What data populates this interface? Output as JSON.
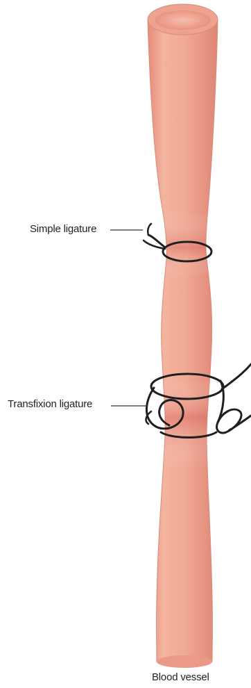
{
  "labels": {
    "simple": "Simple ligature",
    "transfixion": "Transfixion ligature",
    "vessel": "Blood vessel"
  },
  "colors": {
    "vessel_light": "#f0ad98",
    "vessel_mid": "#e99782",
    "vessel_dark": "#de7466",
    "vessel_edge": "#c96f5f",
    "lumen": "#f4b3a4",
    "suture": "#1f1f1f",
    "leader": "#333333"
  }
}
